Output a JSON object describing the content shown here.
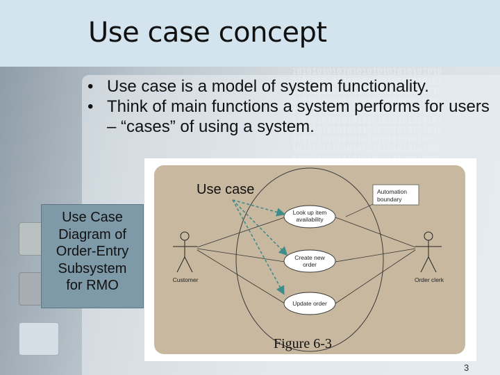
{
  "slide": {
    "title": "Use case concept",
    "bullets": [
      "Use case is a model of system functionality.",
      "Think of main functions a system performs for users – “cases” of using a system."
    ],
    "use_case_label": "Use case",
    "caption_box_lines": [
      "Use Case",
      "Diagram of",
      "Order-Entry",
      "Subsystem",
      "for RMO"
    ],
    "figure_caption": "Figure 6-3",
    "page_number": "3"
  },
  "diagram": {
    "boundary_label_lines": [
      "Automation",
      "boundary"
    ],
    "use_cases": [
      {
        "lines": [
          "Look up item",
          "availability"
        ]
      },
      {
        "lines": [
          "Create new",
          "order"
        ]
      },
      {
        "lines": [
          "Update order"
        ]
      }
    ],
    "actors": [
      {
        "name": "Customer"
      },
      {
        "name": "Order clerk"
      }
    ]
  },
  "colors": {
    "title_band": "#d4e4ee",
    "caption_box": "#7e99a8",
    "figure_background": "#c7b89f",
    "arrow": "#3f8c8a"
  }
}
